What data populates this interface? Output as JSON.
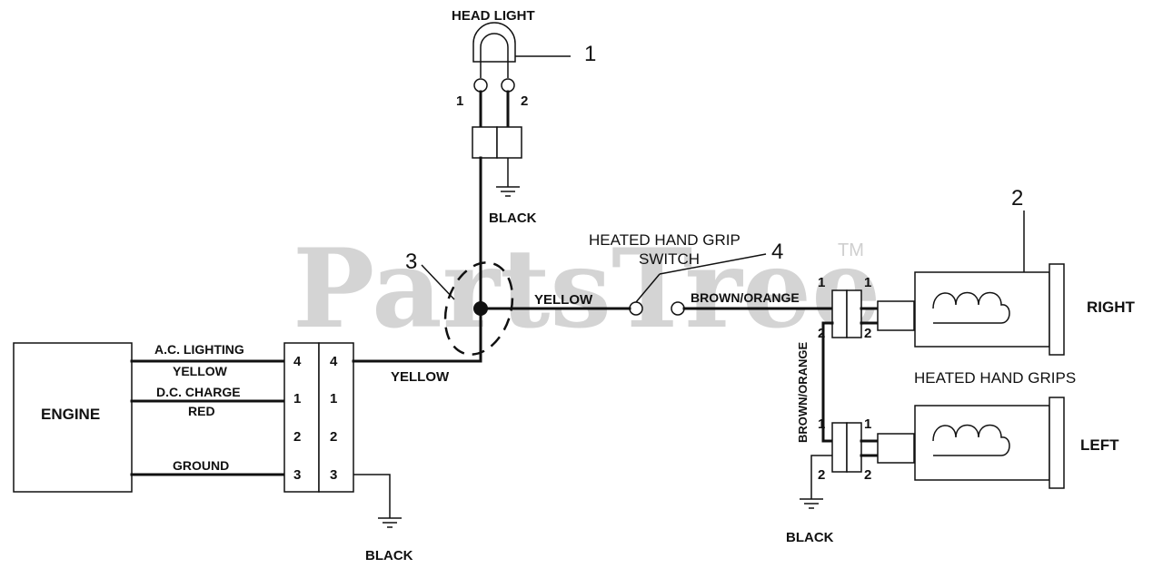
{
  "watermark": {
    "text": "PartsTree",
    "trademark": "TM"
  },
  "headlight": {
    "title": "HEAD LIGHT",
    "pin1": "1",
    "pin2": "2",
    "ground_label": "BLACK"
  },
  "engine": {
    "label": "ENGINE"
  },
  "engine_wires": {
    "ac_lighting": "A.C. LIGHTING",
    "yellow": "YELLOW",
    "dc_charge": "D.C. CHARGE",
    "red": "RED",
    "ground": "GROUND"
  },
  "connector_main": {
    "left": [
      "4",
      "1",
      "2",
      "3"
    ],
    "right": [
      "4",
      "1",
      "2",
      "3"
    ]
  },
  "wire_labels": {
    "yellow_out": "YELLOW",
    "yellow_switch": "YELLOW",
    "brown_orange_h": "BROWN/ORANGE",
    "brown_orange_v": "BROWN/ORANGE",
    "black_engine_ground": "BLACK",
    "black_grip_ground": "BLACK"
  },
  "switch": {
    "line1": "HEATED HAND GRIP",
    "line2": "SWITCH"
  },
  "grips": {
    "title": "HEATED HAND GRIPS",
    "right": "RIGHT",
    "left": "LEFT"
  },
  "grip_connector_right": {
    "pins": [
      "1",
      "1",
      "2",
      "2"
    ]
  },
  "grip_connector_left": {
    "pins": [
      "1",
      "1",
      "2",
      "2"
    ]
  },
  "callouts": [
    "1",
    "2",
    "3",
    "4"
  ]
}
